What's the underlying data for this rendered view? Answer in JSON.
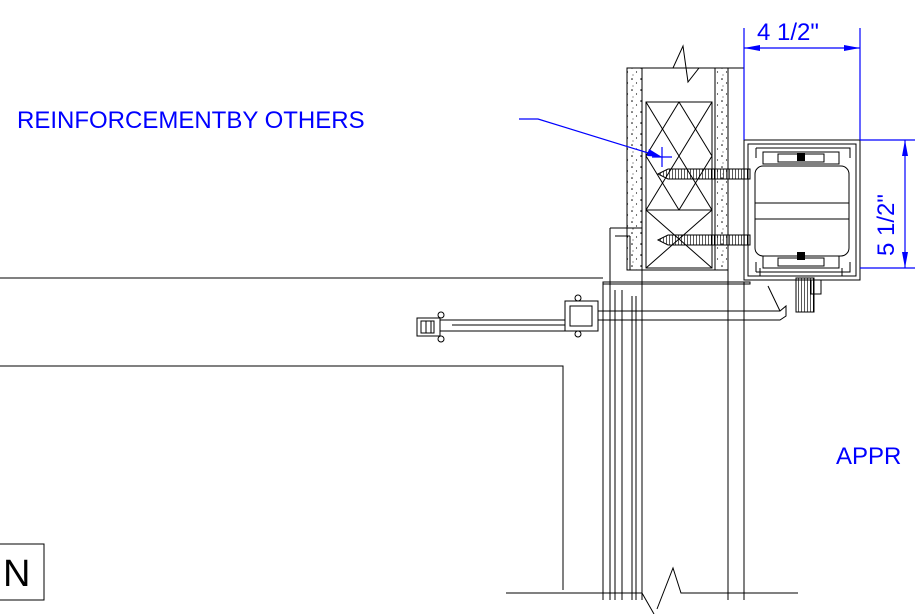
{
  "annotations": {
    "reinforcement_note": "REINFORCEMENTBY OTHERS",
    "appr_note": "APPR",
    "section_tag": "N"
  },
  "dimensions": {
    "width": "4 1/2\"",
    "height": "5 1/2\""
  },
  "colors": {
    "annotation": "#0000ff",
    "linework": "#000000",
    "background": "#ffffff"
  }
}
